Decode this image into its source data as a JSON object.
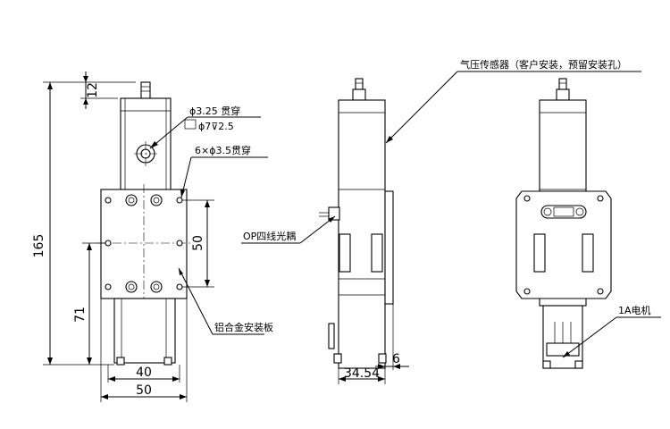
{
  "dimensions": {
    "d12": "12",
    "d165": "165",
    "d71": "71",
    "d50_vertical": "50",
    "d40": "40",
    "d50_bottom": "50",
    "d34_54": "34.54",
    "d6": "6"
  },
  "callouts": {
    "hole_325_line1": "ϕ3.25 贯穿",
    "hole_325_line2": "ϕ7⊽2.5",
    "holes_6x": "6×ϕ3.5贯穿",
    "plate": "铝合金安装板",
    "sensor": "气压传感器（客户安装，预留安装孔）",
    "optocoupler": "OP四线光耦",
    "motor": "1A电机"
  }
}
